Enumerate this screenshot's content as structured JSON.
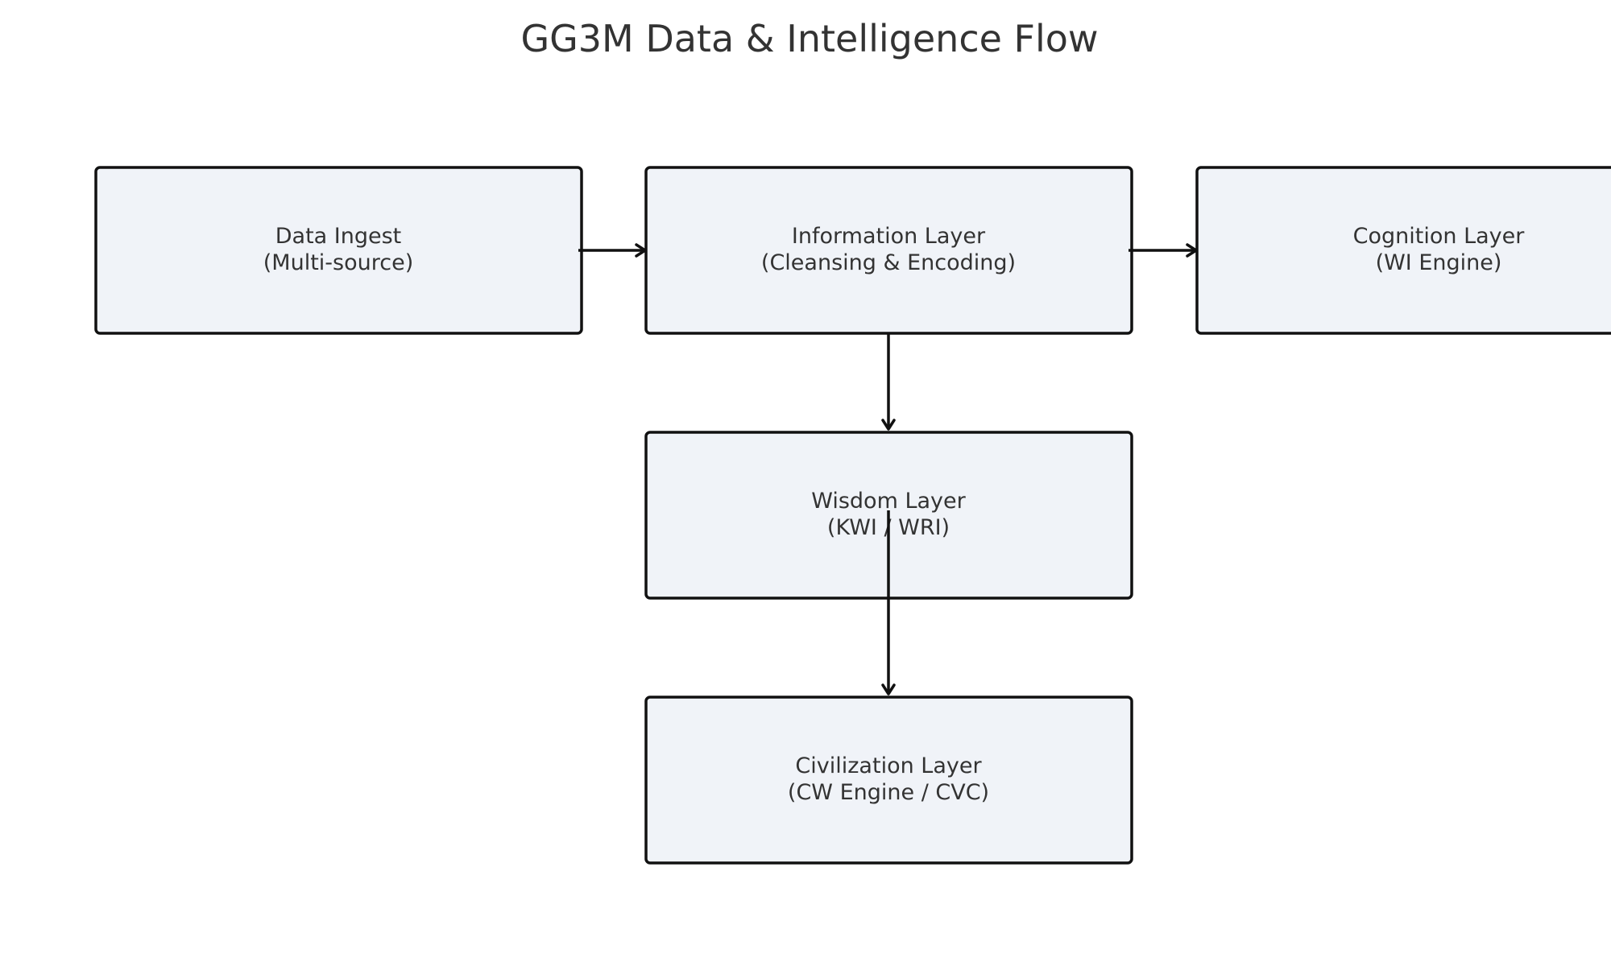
{
  "title": "GG3M Data & Intelligence Flow",
  "nodes": {
    "data_ingest": {
      "line1": "Data Ingest",
      "line2": "(Multi-source)"
    },
    "information_layer": {
      "line1": "Information Layer",
      "line2": "(Cleansing & Encoding)"
    },
    "cognition_layer": {
      "line1": "Cognition Layer",
      "line2": "(WI Engine)"
    },
    "wisdom_layer": {
      "line1": "Wisdom Layer",
      "line2": "(KWI / WRI)"
    },
    "civilization_layer": {
      "line1": "Civilization Layer",
      "line2": "(CW Engine / CVC)"
    }
  },
  "edges": [
    {
      "from": "Data Ingest",
      "to": "Information Layer"
    },
    {
      "from": "Information Layer",
      "to": "Cognition Layer"
    },
    {
      "from": "Information Layer",
      "to": "Wisdom Layer"
    },
    {
      "from": "Wisdom Layer",
      "to": "Civilization Layer"
    }
  ],
  "colors": {
    "box_fill": "#f0f3f8",
    "stroke": "#111111",
    "text": "#333333"
  }
}
